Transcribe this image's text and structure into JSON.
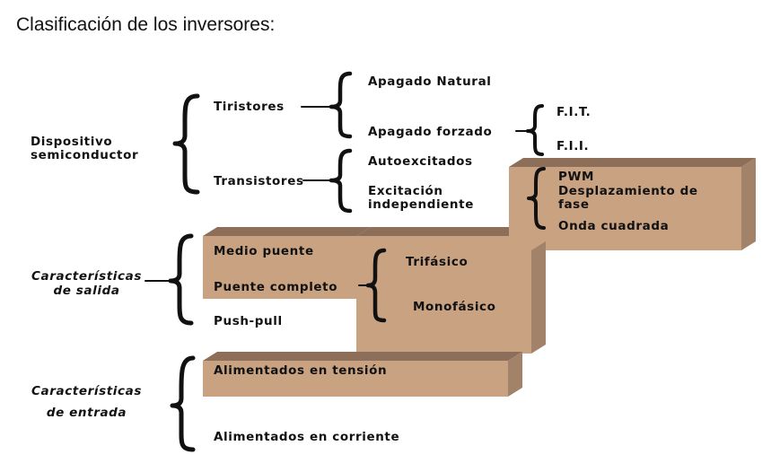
{
  "title": "Clasificación de los inversores:",
  "colors": {
    "box_front": "#c9a282",
    "box_top": "#8c6e59",
    "box_side": "#a3826a",
    "ink": "#111111"
  },
  "semiconductor": {
    "label_line1": "Dispositivo",
    "label_line2": "semiconductor",
    "tiristores": "Tiristores",
    "transistores": "Transistores",
    "apagado_natural": "Apagado Natural",
    "apagado_forzado": "Apagado forzado",
    "fit": "F.I.T.",
    "fii": "F.I.I.",
    "autoexcitados": "Autoexcitados",
    "excitacion_line1": "Excitación",
    "excitacion_line2": "independiente",
    "pwm": "PWM",
    "desplazamiento_line1": "Desplazamiento de",
    "desplazamiento_line2": "fase",
    "onda_cuadrada": "Onda cuadrada"
  },
  "salida": {
    "label_line1": "Características",
    "label_line2": "de salida",
    "medio_puente": "Medio puente",
    "puente_completo": "Puente completo",
    "push_pull": "Push-pull",
    "trifasico": "Trifásico",
    "monofasico": "Monofásico"
  },
  "entrada": {
    "label_line1": "Características",
    "label_line2": "de entrada",
    "tension": "Alimentados en tensión",
    "corriente": "Alimentados en corriente"
  }
}
